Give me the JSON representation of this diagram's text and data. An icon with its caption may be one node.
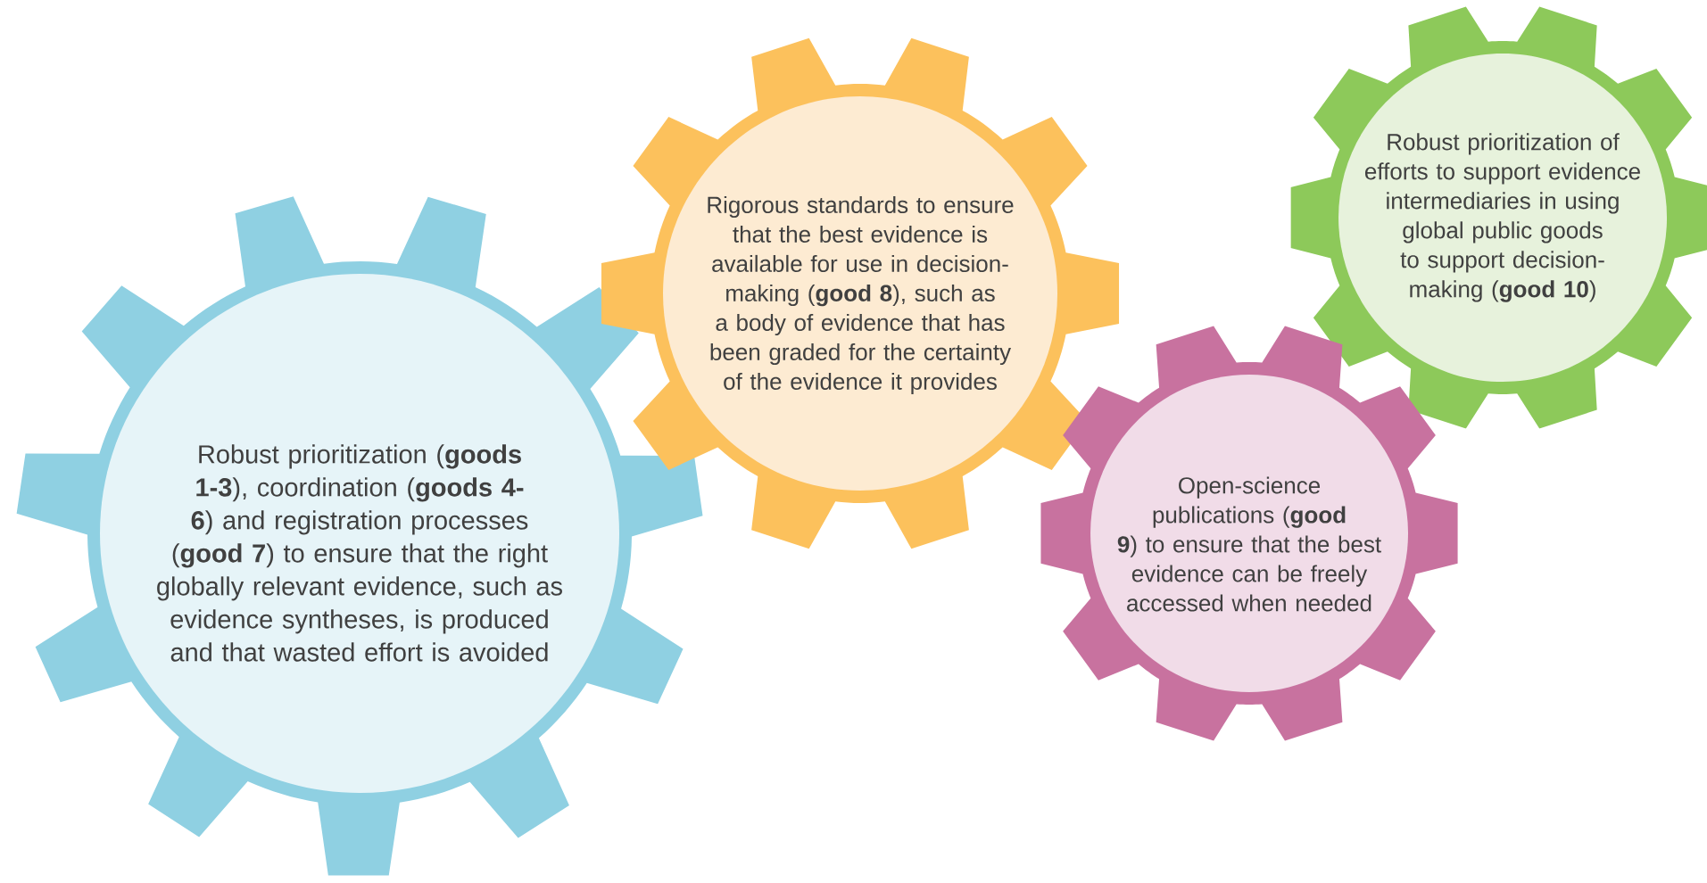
{
  "diagram": {
    "nodes": [
      {
        "text": [
          "Robust prioritization (**goods 1-3**), coordination (**goods 4-6**) and registration processes (**good 7**) to ensure that the right globally relevant evidence, such as evidence syntheses, is produced and that wasted effort is avoided"
        ]
      },
      {
        "text": [
          "Rigorous standards to ensure that the best evidence is available for use in decision-making (**good 8**), such as a body of evidence that has been graded for the certainty of the evidence it provides"
        ]
      },
      {
        "text": [
          "Robust prioritization of efforts to support evidence intermediaries in using global public goods to support decision-making (**good 10**)"
        ]
      },
      {
        "text": [
          "Open-science publications (**good 9**) to ensure that the best evidence can be freely accessed when needed"
        ]
      }
    ]
  }
}
